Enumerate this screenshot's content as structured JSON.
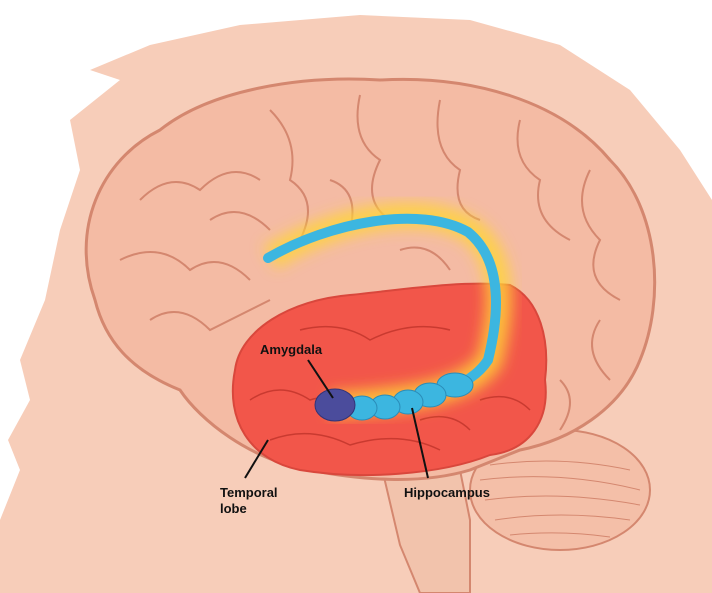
{
  "labels": {
    "amygdala": "Amygdala",
    "temporal_lobe": "Temporal\nlobe",
    "hippocampus": "Hippocampus"
  },
  "colors": {
    "head": "#f7cdb9",
    "brain": "#f4bba4",
    "brain_outline": "#d4876f",
    "temporal_lobe": "#f2564a",
    "hippocampus": "#3cb6e0",
    "amygdala": "#4b4c9c",
    "glow": "#ffd43a"
  }
}
